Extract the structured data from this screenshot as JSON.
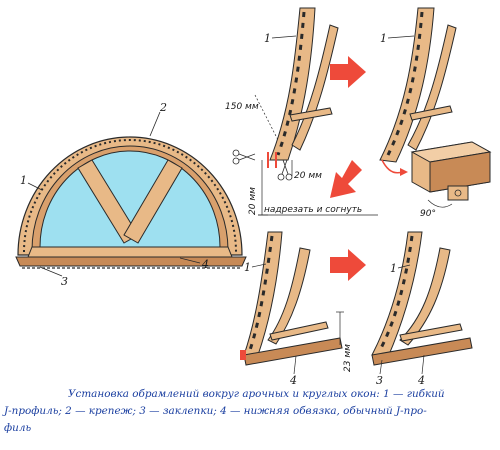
{
  "labels": {
    "profile": "1",
    "fastener": "2",
    "rivet": "3",
    "bottom_frame": "4"
  },
  "dimensions": {
    "d150": "150 мм",
    "d20_right": "20 мм",
    "d20_vertical": "20 мм",
    "d23": "23 мм",
    "angle": "90°"
  },
  "instruction": "надрезать и согнуть",
  "caption": {
    "line1": "Установка обрамлений вокруг арочных и круглых окон: 1 — гибкий",
    "line2": "J-профиль; 2 — крепеж; 3 — заклепки; 4 — нижняя обвязка, обычный J-про-",
    "line3": "филь"
  },
  "colors": {
    "wood": "#e8b987",
    "wood_dark": "#c88a56",
    "glass": "#9ee0f0",
    "arrow": "#ee4a3a",
    "outline": "#2a2a2a",
    "caption": "#1b3fa0"
  }
}
